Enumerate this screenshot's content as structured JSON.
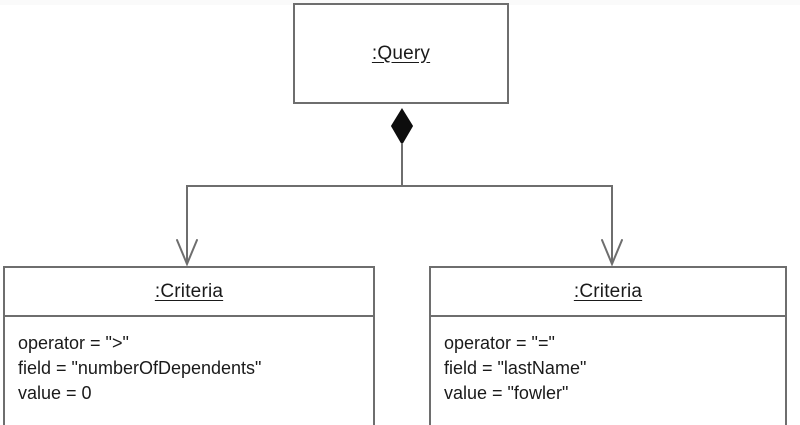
{
  "diagram": {
    "type": "uml-object-diagram",
    "notation": "composition",
    "line_color": "#6e6e6e",
    "text_color": "#1a1a1a",
    "background": "#ffffff",
    "diamond_fill": "#000000"
  },
  "root": {
    "title": ":Query",
    "stereotype": "",
    "attributes": []
  },
  "children": [
    {
      "title": ":Criteria",
      "attributes": [
        "operator = \">\"",
        "field = \"numberOfDependents\"",
        "value = 0"
      ]
    },
    {
      "title": ":Criteria",
      "attributes": [
        "operator = \"=\"",
        "field = \"lastName\"",
        "value = \"fowler\""
      ]
    }
  ],
  "connectors": {
    "composition_diamond": "filled-diamond",
    "arrowhead": "open-v-arrow",
    "branch_count": 2
  }
}
